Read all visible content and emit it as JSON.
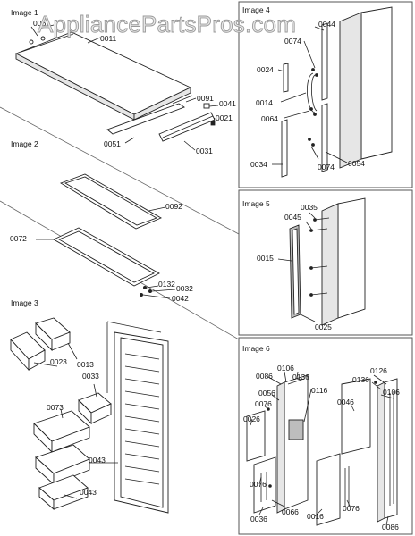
{
  "watermark": "AppliancePartsPros.com",
  "images": {
    "image1": {
      "title": "Image 1",
      "labels": {
        "p0061": "0061",
        "p0011": "0011",
        "p0091": "0091",
        "p0041": "0041",
        "p0021": "0021",
        "p0051": "0051",
        "p0031": "0031"
      }
    },
    "image2": {
      "title": "Image 2",
      "labels": {
        "p0092": "0092",
        "p0072": "0072",
        "p0132": "0132",
        "p0032": "0032",
        "p0042": "0042"
      }
    },
    "image3": {
      "title": "Image 3",
      "labels": {
        "p0013": "0013",
        "p0023": "0023",
        "p0033": "0033",
        "p0073": "0073",
        "p0043a": "0043",
        "p0043b": "0043"
      }
    },
    "image4": {
      "title": "Image 4",
      "labels": {
        "p0044": "0044",
        "p0074a": "0074",
        "p0024": "0024",
        "p0014": "0014",
        "p0064": "0064",
        "p0034": "0034",
        "p0074b": "0074",
        "p0054": "0054"
      }
    },
    "image5": {
      "title": "Image 5",
      "labels": {
        "p0035": "0035",
        "p0045": "0045",
        "p0015": "0015",
        "p0025": "0025"
      }
    },
    "image6": {
      "title": "Image 6",
      "labels": {
        "p0086a": "0086",
        "p0106a": "0106",
        "p0136a": "0136",
        "p0116": "0116",
        "p0126": "0126",
        "p0136b": "0136",
        "p0106b": "0106",
        "p0056": "0056",
        "p0076a": "0076",
        "p0026": "0026",
        "p0046": "0046",
        "p0076b": "0076",
        "p0036": "0036",
        "p0066": "0066",
        "p0016": "0016",
        "p0076c": "0076",
        "p0086b": "0086"
      }
    }
  }
}
